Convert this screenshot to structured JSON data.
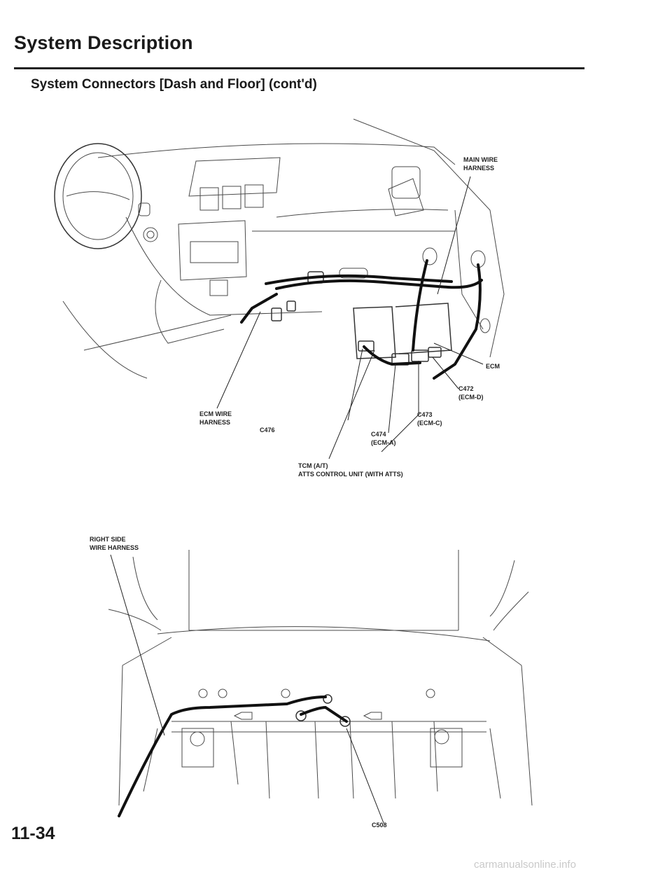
{
  "header": {
    "title": "System Description",
    "subtitle": "System Connectors [Dash and Floor] (cont'd)"
  },
  "dash_diagram": {
    "labels": {
      "main_wire_harness": "MAIN WIRE\nHARNESS",
      "ecm": "ECM",
      "c472": "C472\n(ECM-D)",
      "c473": "C473\n(ECM-C)",
      "c474": "C474\n(ECM-A)",
      "c476": "C476",
      "ecm_wire_harness": "ECM WIRE\nHARNESS",
      "tcm": "TCM (A/T)\nATTS CONTROL UNIT (With ATTS)"
    }
  },
  "floor_diagram": {
    "labels": {
      "right_side_wire_harness": "RIGHT SIDE\nWIRE HARNESS",
      "c508": "C508"
    }
  },
  "footer": {
    "page_number": "11-34",
    "watermark": "carmanualsonline.info"
  }
}
